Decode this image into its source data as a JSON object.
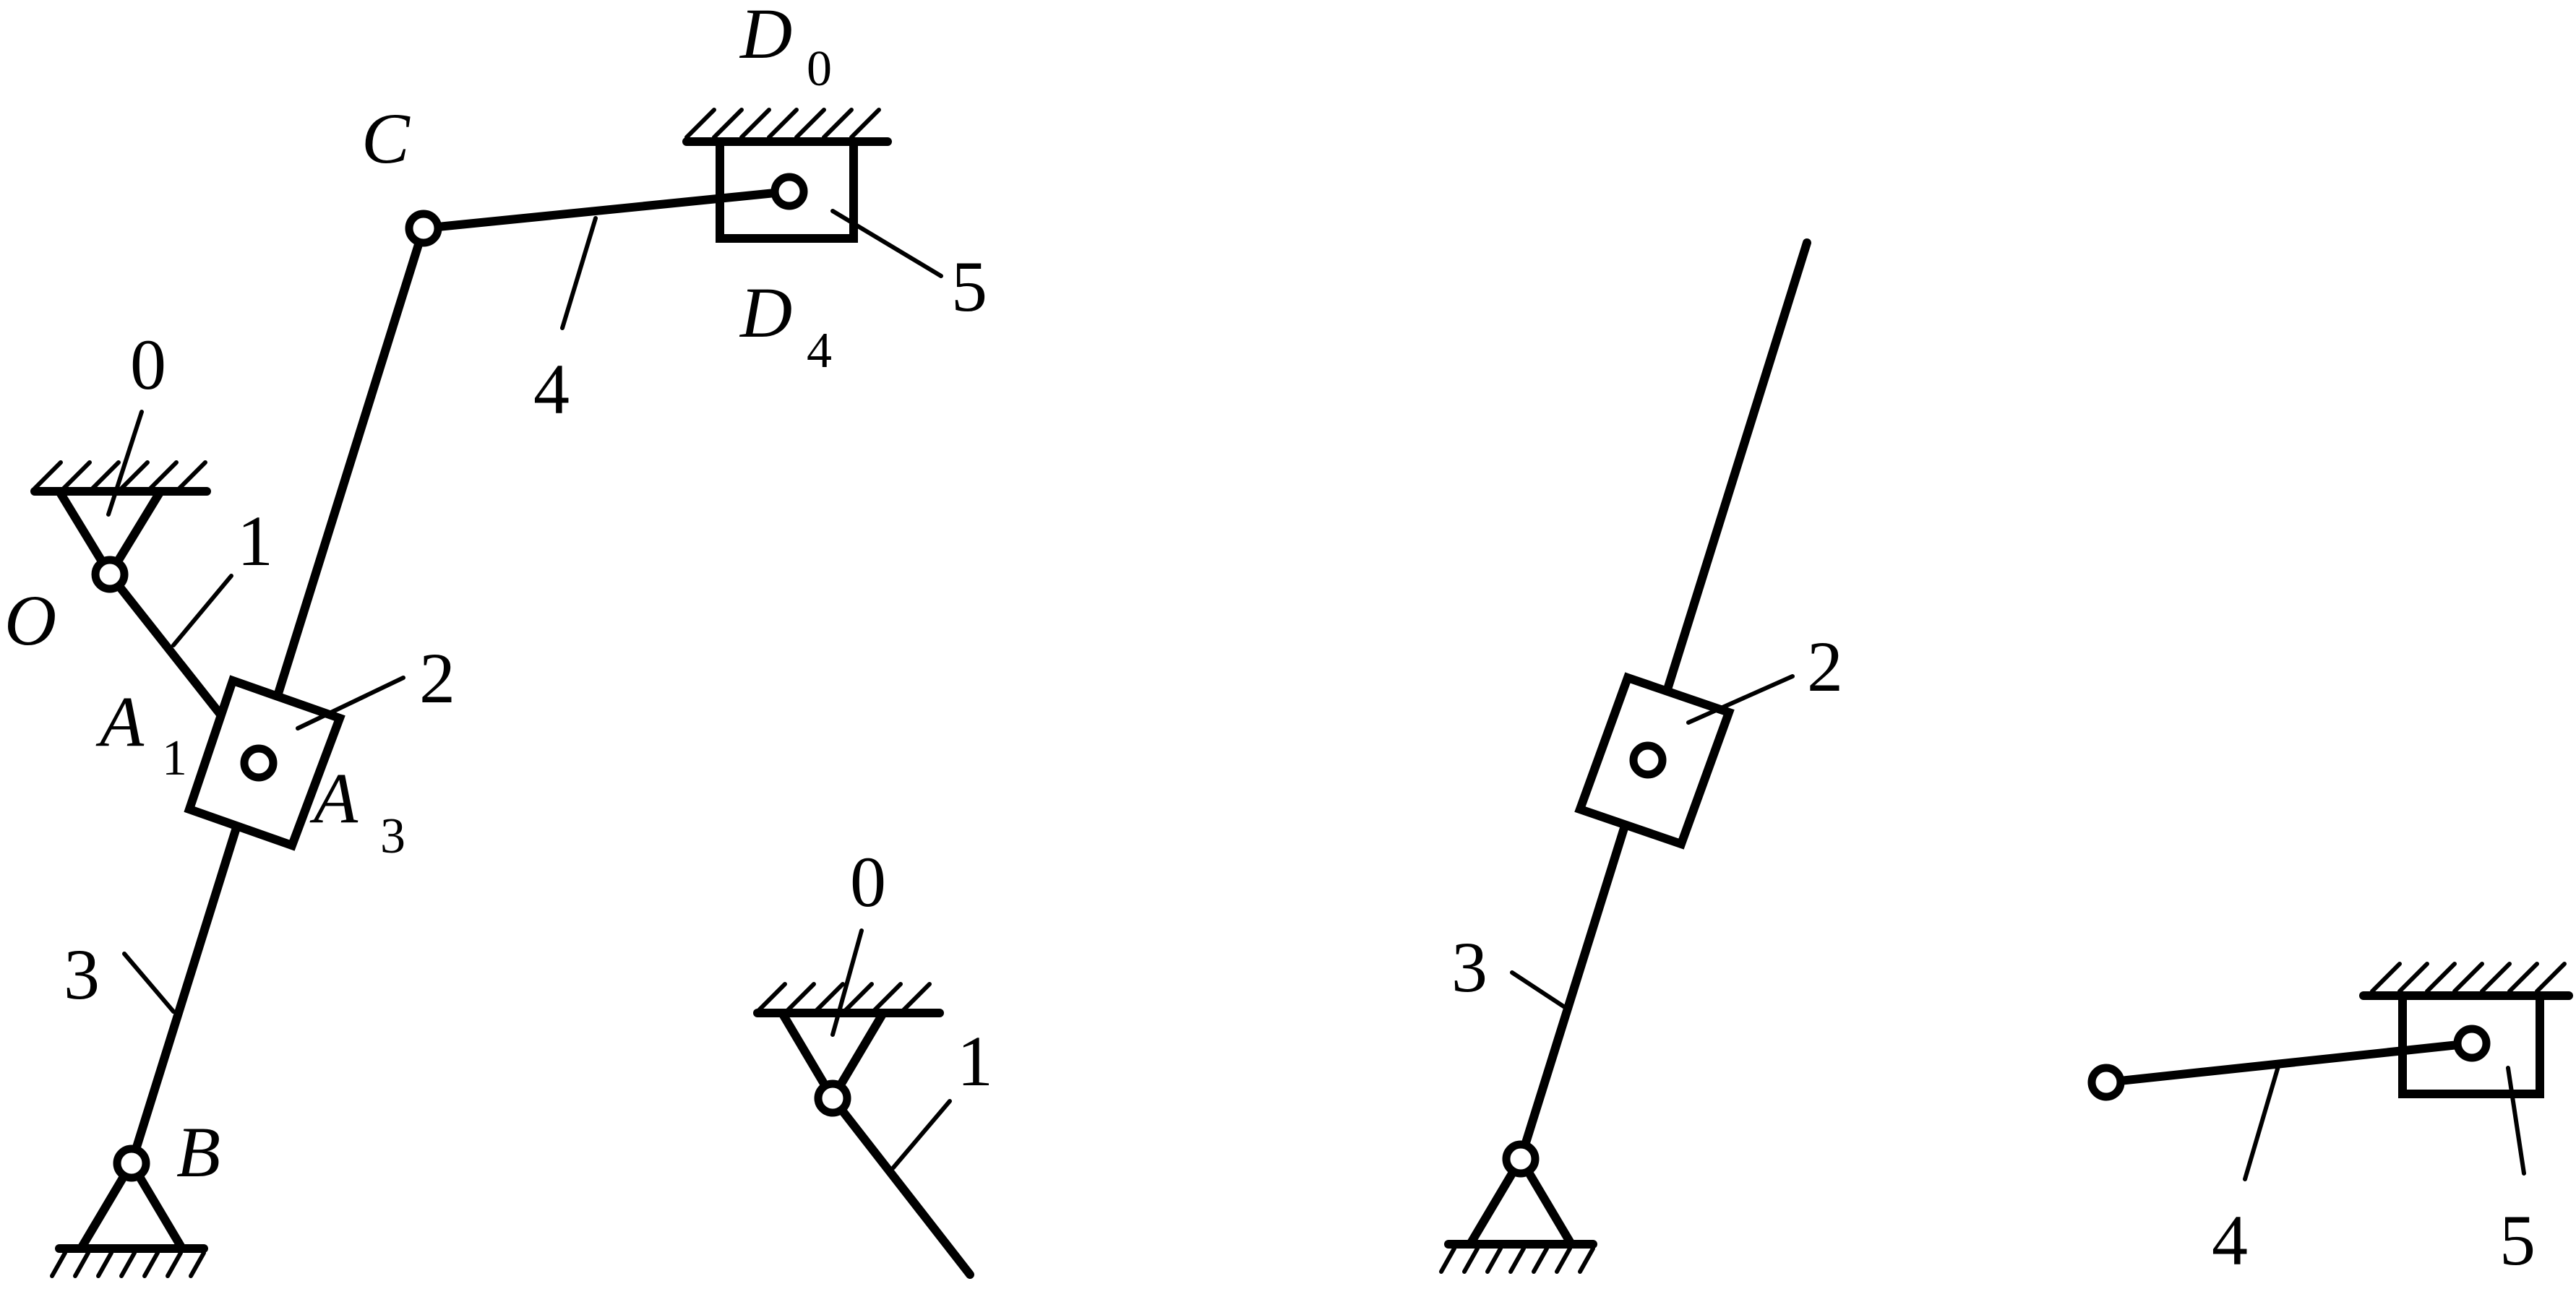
{
  "figure": {
    "assembled": {
      "joints": {
        "O": "O",
        "A1": "A",
        "A1_sub": "1",
        "A3": "A",
        "A3_sub": "3",
        "B": "B",
        "C": "C",
        "D0": "D",
        "D0_sub": "0",
        "D4": "D",
        "D4_sub": "4"
      },
      "links": {
        "frame": "0",
        "crank": "1",
        "slider": "2",
        "rocker": "3",
        "coupler": "4",
        "block": "5"
      }
    },
    "group_frame_crank": {
      "frame": "0",
      "crank": "1"
    },
    "group_slider_rocker": {
      "slider": "2",
      "rocker": "3"
    },
    "group_coupler_block": {
      "coupler": "4",
      "block": "5"
    }
  }
}
